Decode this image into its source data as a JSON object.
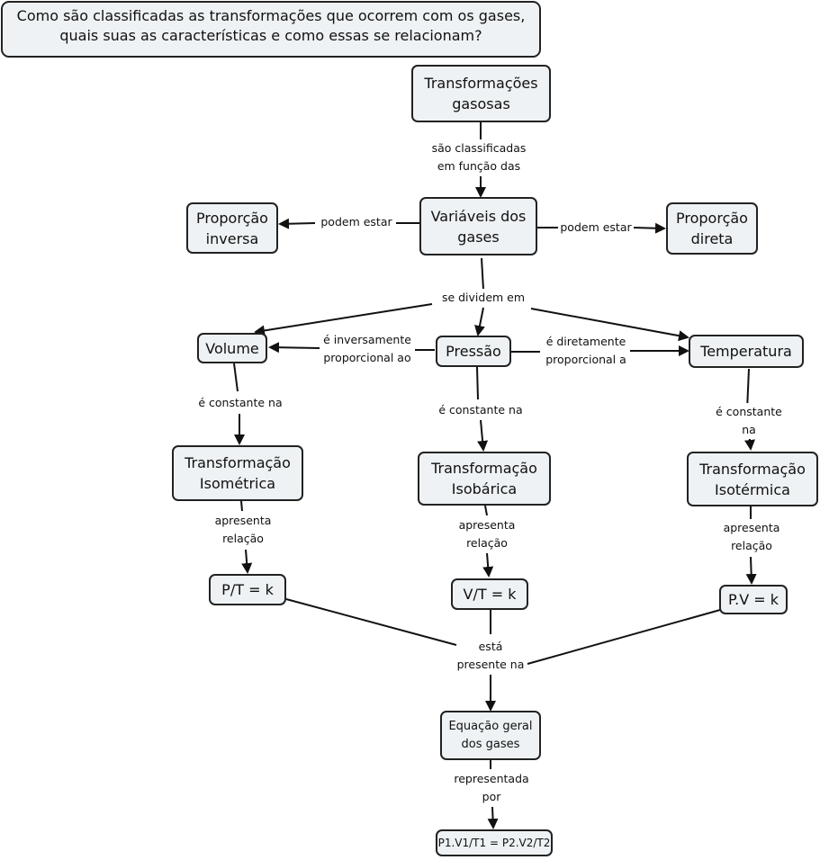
{
  "question": "Como são classificadas as transformações que ocorrem com os gases,\nquais suas as características e como essas se relacionam?",
  "nodes": {
    "transformacoes": "Transformações\ngasosas",
    "variaveis": "Variáveis dos\ngases",
    "prop_inversa": "Proporção\ninversa",
    "prop_direta": "Proporção\ndireta",
    "volume": "Volume",
    "pressao": "Pressão",
    "temperatura": "Temperatura",
    "isometrica": "Transformação\nIsométrica",
    "isobarica": "Transformação\nIsobárica",
    "isotermica": "Transformação\nIsotérmica",
    "pt": "P/T = k",
    "vt": "V/T = k",
    "pv": "P.V = k",
    "equacao": "Equação geral\ndos gases",
    "formula": "P1.V1/T1 = P2.V2/T2"
  },
  "links": {
    "classificadas": "são classificadas\nem função das",
    "podem_esq": "podem estar",
    "podem_dir": "podem estar",
    "dividem": "se dividem em",
    "inversamente": "é inversamente\nproporcional ao",
    "diretamente": "é diretamente\nproporcional a",
    "const_vol": "é constante na",
    "const_pres": "é constante na",
    "const_temp": "é constante na",
    "apres_1": "apresenta\nrelação",
    "apres_2": "apresenta\nrelação",
    "apres_3": "apresenta\nrelação",
    "presente": "está\npresente na",
    "representada": "representada\npor"
  }
}
